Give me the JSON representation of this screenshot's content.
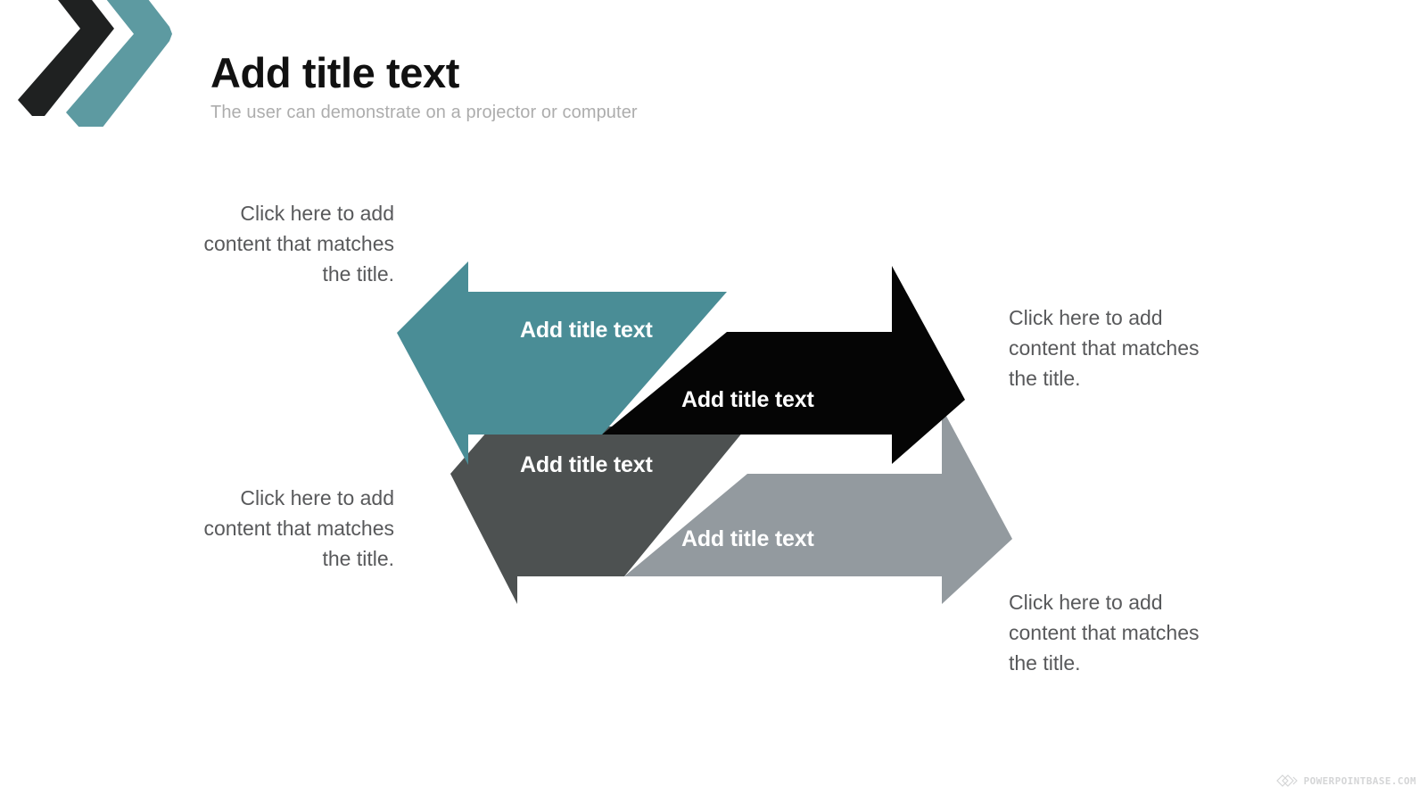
{
  "logo": {
    "icon": "double-chevron-right-logo",
    "dark_color": "#1f2121",
    "accent_color": "#5d9aa1"
  },
  "header": {
    "title": "Add title text",
    "subtitle": "The user can demonstrate on a projector or computer"
  },
  "colors": {
    "teal": "#4a8d96",
    "black": "#050505",
    "dark_gray": "#4d5151",
    "light_gray": "#939a9f",
    "body_text": "#58595b",
    "subtitle_text": "#adadad"
  },
  "diagram": {
    "type": "four-opposing-arrows",
    "arrows": [
      {
        "id": "arrow-1",
        "label": "Add title text",
        "direction": "left",
        "color": "#4a8d96",
        "row": 1
      },
      {
        "id": "arrow-2",
        "label": "Add title text",
        "direction": "right",
        "color": "#050505",
        "row": 2
      },
      {
        "id": "arrow-3",
        "label": "Add title text",
        "direction": "left",
        "color": "#4d5151",
        "row": 3
      },
      {
        "id": "arrow-4",
        "label": "Add title text",
        "direction": "right",
        "color": "#939a9f",
        "row": 4
      }
    ]
  },
  "callouts": [
    {
      "id": "callout-top-left",
      "text": "Click here to add content that matches the title.",
      "align": "right"
    },
    {
      "id": "callout-top-right",
      "text": "Click here to add content that matches the title.",
      "align": "left"
    },
    {
      "id": "callout-bottom-left",
      "text": "Click here to add content that matches the title.",
      "align": "right"
    },
    {
      "id": "callout-bottom-right",
      "text": "Click here to add content that matches the title.",
      "align": "left"
    }
  ],
  "watermark": {
    "text": "POWERPOINTBASE.COM",
    "icon": "diamond-logo-icon"
  }
}
